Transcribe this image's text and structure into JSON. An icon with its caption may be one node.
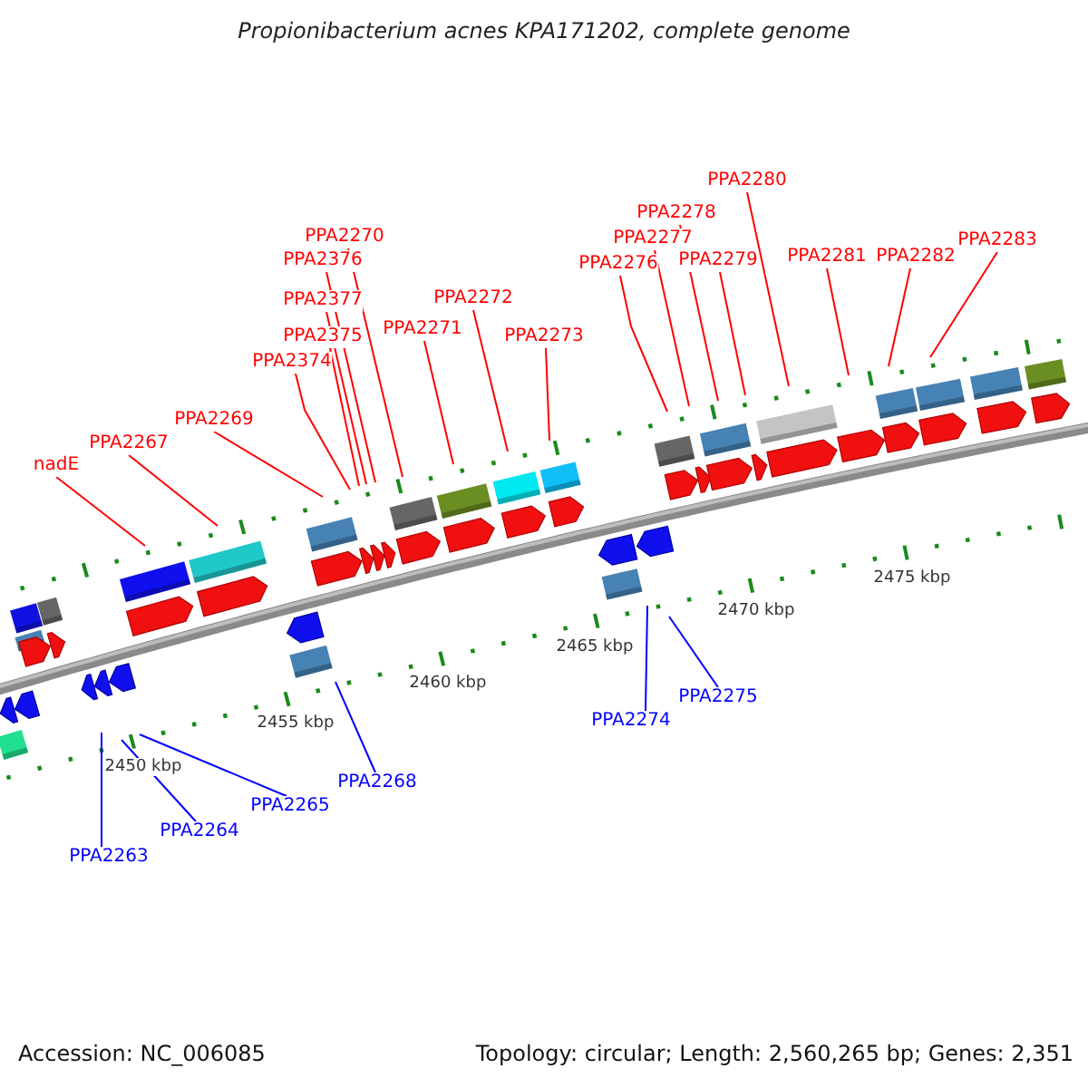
{
  "diagram": {
    "title": "Propionibacterium acnes KPA171202, complete genome",
    "nodes": [
      {
        "text": [
          "PPA2280"
        ]
      },
      {
        "text": [
          "PPA2278"
        ]
      },
      {
        "text": [
          "PPA2277"
        ]
      },
      {
        "text": [
          "PPA2270"
        ]
      },
      {
        "text": [
          "PPA2283"
        ]
      },
      {
        "text": [
          "PPA2376"
        ]
      },
      {
        "text": [
          "PPA2281"
        ]
      },
      {
        "text": [
          "PPA2282"
        ]
      },
      {
        "text": [
          "PPA2279"
        ]
      },
      {
        "text": [
          "PPA2276"
        ]
      },
      {
        "text": [
          "PPA2272"
        ]
      },
      {
        "text": [
          "PPA2377"
        ]
      },
      {
        "text": [
          "PPA2271"
        ]
      },
      {
        "text": [
          "PPA2375"
        ]
      },
      {
        "text": [
          "PPA2273"
        ]
      },
      {
        "text": [
          "PPA2374"
        ]
      },
      {
        "text": [
          "PPA2269"
        ]
      },
      {
        "text": [
          "PPA2267"
        ]
      },
      {
        "text": [
          "nadE"
        ]
      },
      {
        "text": [
          "PPA2275"
        ]
      },
      {
        "text": [
          "PPA2274"
        ]
      },
      {
        "text": [
          "PPA2268"
        ]
      },
      {
        "text": [
          "PPA2265"
        ]
      },
      {
        "text": [
          "PPA2264"
        ]
      },
      {
        "text": [
          "PPA2263"
        ]
      }
    ],
    "edges": [
      {
        "from": 0,
        "to": null,
        "arrow": "none"
      },
      {
        "from": 1,
        "to": null,
        "arrow": "none"
      },
      {
        "from": 2,
        "to": null,
        "arrow": "none"
      },
      {
        "from": 3,
        "to": null,
        "arrow": "none"
      },
      {
        "from": 4,
        "to": null,
        "arrow": "none"
      },
      {
        "from": 5,
        "to": null,
        "arrow": "none"
      },
      {
        "from": 6,
        "to": null,
        "arrow": "none"
      },
      {
        "from": 7,
        "to": null,
        "arrow": "none"
      },
      {
        "from": 8,
        "to": null,
        "arrow": "none"
      },
      {
        "from": 9,
        "to": null,
        "arrow": "none"
      },
      {
        "from": 10,
        "to": null,
        "arrow": "none"
      },
      {
        "from": 11,
        "to": null,
        "arrow": "none"
      },
      {
        "from": 12,
        "to": null,
        "arrow": "none"
      },
      {
        "from": 13,
        "to": null,
        "arrow": "none"
      },
      {
        "from": 14,
        "to": null,
        "arrow": "none"
      },
      {
        "from": 15,
        "to": null,
        "arrow": "none"
      },
      {
        "from": 16,
        "to": null,
        "arrow": "none"
      },
      {
        "from": 17,
        "to": null,
        "arrow": "none"
      },
      {
        "from": 18,
        "to": null,
        "arrow": "none"
      },
      {
        "from": 19,
        "to": null,
        "arrow": "none",
        "color": "#0000ff"
      },
      {
        "from": 20,
        "to": null,
        "arrow": "none",
        "color": "#0000ff"
      },
      {
        "from": 21,
        "to": null,
        "arrow": "none",
        "color": "#0000ff"
      },
      {
        "from": 22,
        "to": null,
        "arrow": "none",
        "color": "#0000ff"
      },
      {
        "from": 23,
        "to": null,
        "arrow": "none",
        "color": "#0000ff"
      },
      {
        "from": 24,
        "to": null,
        "arrow": "none",
        "color": "#0000ff"
      }
    ],
    "labels": [
      "2475 kbp",
      "2470 kbp",
      "2465 kbp",
      "2460 kbp",
      "2455 kbp",
      "2450 kbp",
      "Accession: NC_006085",
      "Topology: circular; Length: 2,560,265 bp; Genes: 2,351"
    ]
  }
}
